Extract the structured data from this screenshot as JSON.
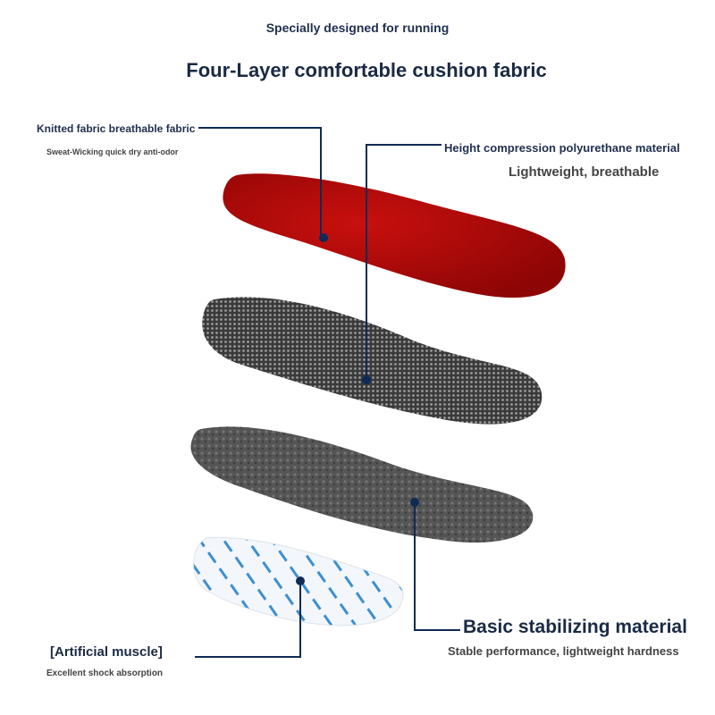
{
  "header": {
    "subtitle": "Specially designed for running",
    "title": "Four-Layer comfortable cushion fabric"
  },
  "layers": [
    {
      "label": "Knitted fabric breathable fabric",
      "desc": "Sweat-Wicking quick dry anti-odor"
    },
    {
      "label": "Height compression polyurethane material",
      "desc": "Lightweight, breathable"
    },
    {
      "label": "Basic stabilizing material",
      "desc": "Stable performance, lightweight hardness"
    },
    {
      "label": "[Artificial muscle]",
      "desc": "Excellent shock absorption"
    }
  ],
  "colors": {
    "accent": "#0f2a55",
    "red": "#b30a0a"
  }
}
